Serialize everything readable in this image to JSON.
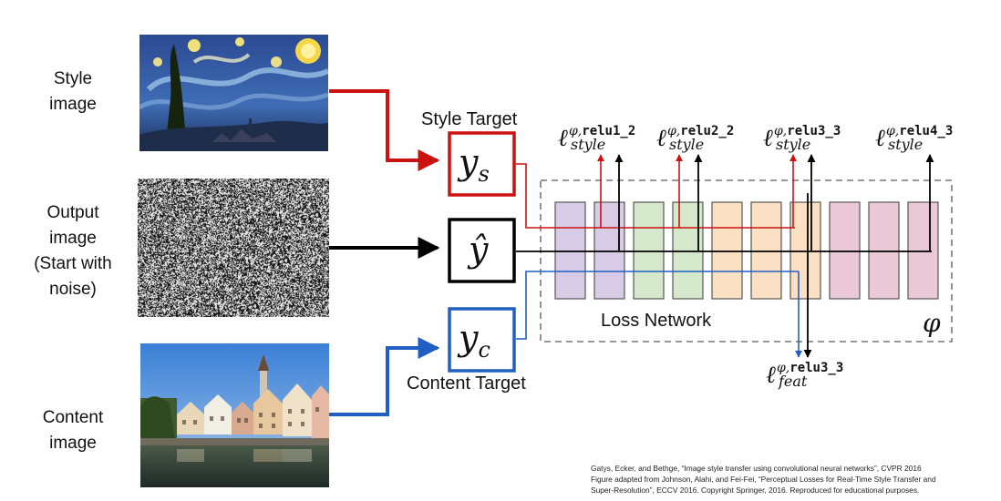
{
  "inputs": {
    "style": {
      "lines": [
        "Style",
        "image"
      ]
    },
    "output": {
      "lines": [
        "Output",
        "image",
        "(Start with",
        "noise)"
      ]
    },
    "content": {
      "lines": [
        "Content",
        "image"
      ]
    }
  },
  "targets": {
    "style_label": "Style Target",
    "content_label": "Content Target",
    "style_symbol": {
      "base": "y",
      "sub": "s"
    },
    "output_symbol": {
      "base": "ŷ"
    },
    "content_symbol": {
      "base": "y",
      "sub": "c"
    }
  },
  "network": {
    "label": "Loss Network",
    "phi": "φ",
    "layer_colors": [
      "#d8cbe6",
      "#d8cbe6",
      "#d5e8cc",
      "#d5e8cc",
      "#fbe0c4",
      "#fbe0c4",
      "#fbe0c4",
      "#ebc8d6",
      "#ebc8d6",
      "#ebc8d6"
    ]
  },
  "losses": {
    "style_sub": "style",
    "feat_sub": "feat",
    "style_layers": [
      "relu1_2",
      "relu2_2",
      "relu3_3",
      "relu4_3"
    ],
    "content_layer": "relu3_3"
  },
  "colors": {
    "style": "#cc1111",
    "content": "#1f5fc4",
    "output": "#000000"
  },
  "citation": [
    "Gatys, Ecker, and Bethge, “Image style transfer using convolutional neural networks”, CVPR 2016",
    "Figure adapted from Johnson, Alahi, and Fei-Fei, “Perceptual Losses for Real-Time Style Transfer and",
    "Super-Resolution”, ECCV 2016. Copyright Springer, 2016. Reproduced for educational purposes."
  ]
}
